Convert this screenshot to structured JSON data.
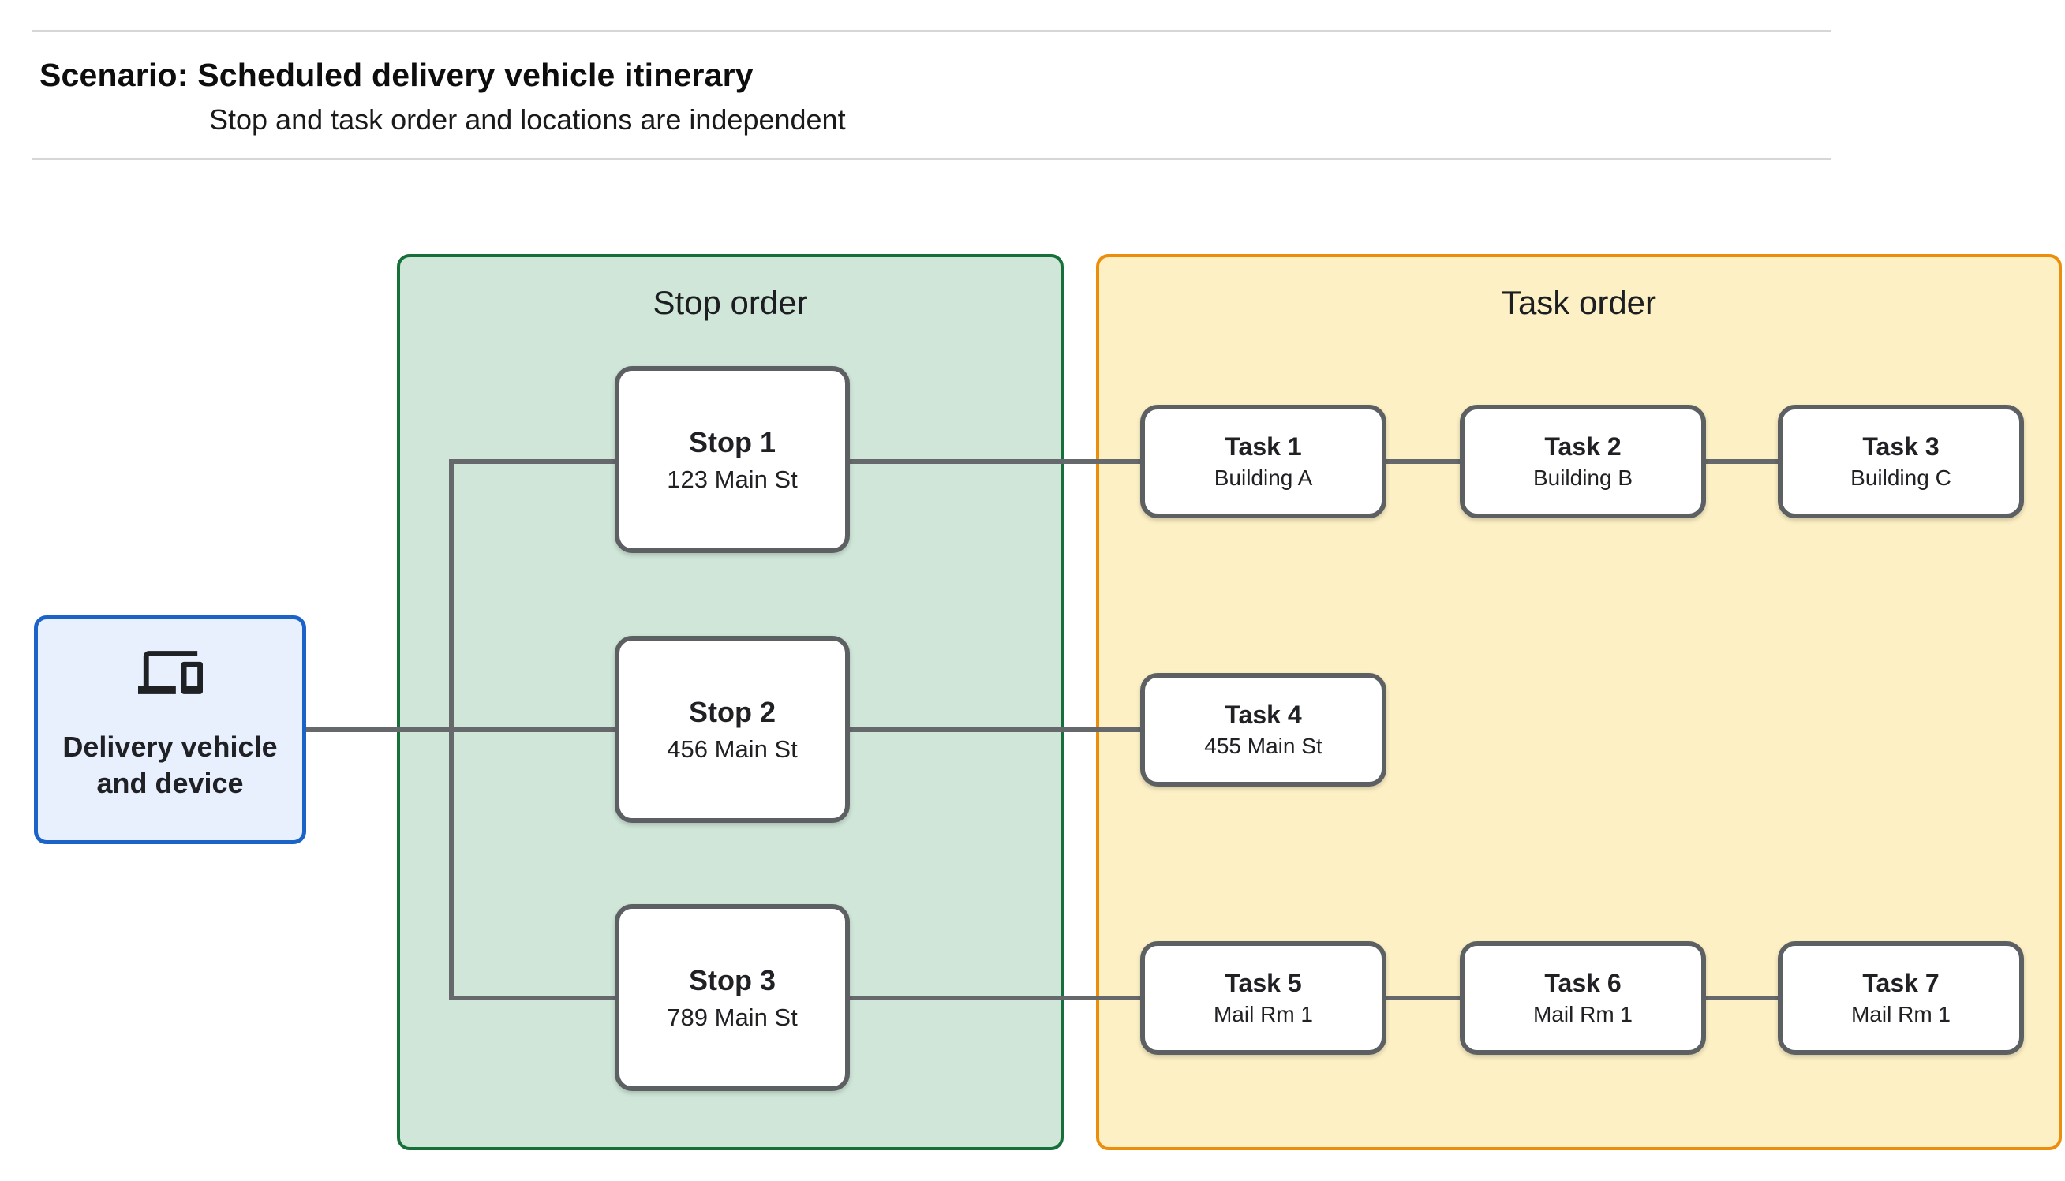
{
  "header": {
    "title": "Scenario: Scheduled delivery vehicle itinerary",
    "subtitle": "Stop and task order and locations are independent"
  },
  "vehicle": {
    "label_lines": [
      "Delivery vehicle",
      "and device"
    ],
    "icon": "devices-icon"
  },
  "groups": {
    "stop": {
      "label": "Stop order",
      "fill": "#cfe6d8",
      "border": "#176f3a"
    },
    "task": {
      "label": "Task order",
      "fill": "#fdf0c5",
      "border": "#ec8e0c"
    }
  },
  "stops": [
    {
      "title": "Stop 1",
      "address": "123 Main St"
    },
    {
      "title": "Stop 2",
      "address": "456 Main St"
    },
    {
      "title": "Stop 3",
      "address": "789 Main St"
    }
  ],
  "tasks": [
    {
      "title": "Task 1",
      "location": "Building A"
    },
    {
      "title": "Task 2",
      "location": "Building B"
    },
    {
      "title": "Task 3",
      "location": "Building C"
    },
    {
      "title": "Task 4",
      "location": "455 Main St"
    },
    {
      "title": "Task 5",
      "location": "Mail Rm 1"
    },
    {
      "title": "Task 6",
      "location": "Mail Rm 1"
    },
    {
      "title": "Task 7",
      "location": "Mail Rm 1"
    }
  ],
  "colors": {
    "vehicle_fill": "#e8f0fe",
    "vehicle_border": "#1b63c9",
    "stop_group_fill": "#cfe6d8",
    "stop_group_border": "#176f3a",
    "task_group_fill": "#fdf0c5",
    "task_group_border": "#ec8e0c",
    "node_border": "#5d6063",
    "connector": "#66696c",
    "rule": "#d6d6d6"
  }
}
